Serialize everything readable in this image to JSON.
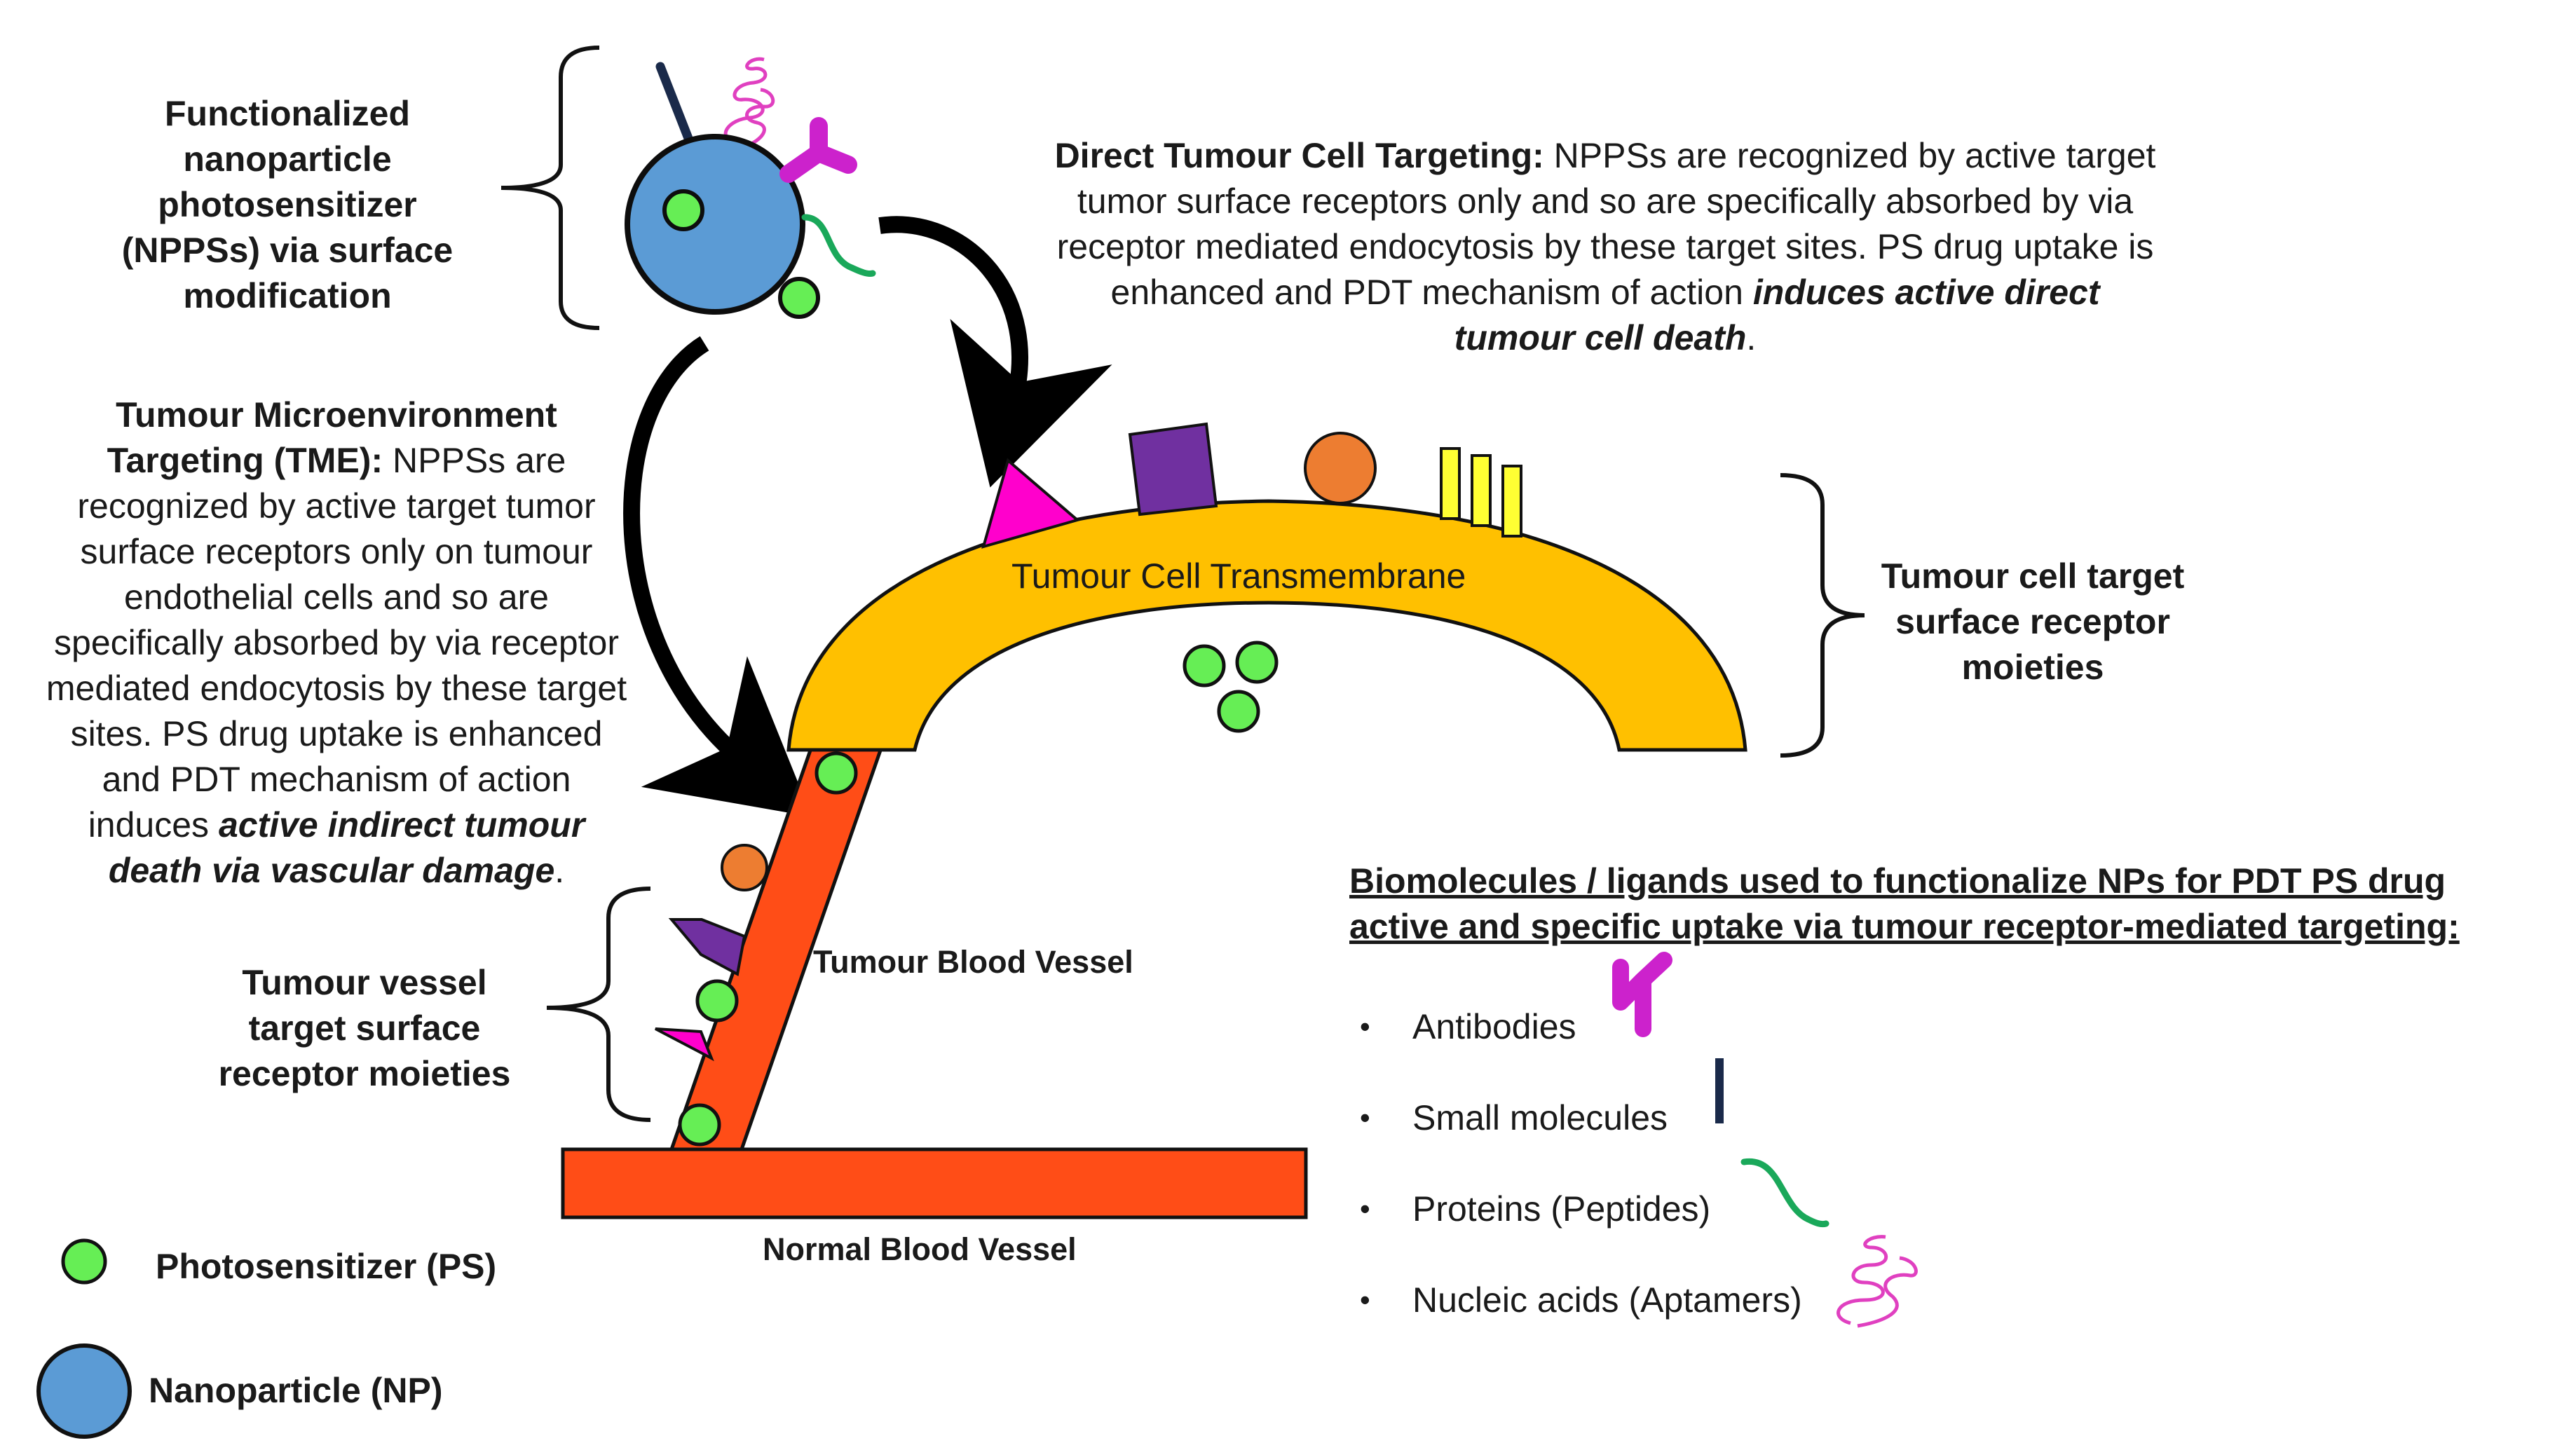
{
  "nppss_label": "Functionalized nanoparticle photosensitizer (NPPSs) via surface modification",
  "direct": {
    "heading": "Direct Tumour Cell Targeting:",
    "body": "NPPSs are recognized by active target tumor surface receptors only and so are specifically absorbed by via receptor mediated endocytosis by these target sites. PS drug uptake is enhanced and PDT mechanism of action",
    "emphasis": "induces active direct tumour cell death",
    "end": "."
  },
  "tme": {
    "heading": "Tumour Microenvironment Targeting (TME):",
    "body": "NPPSs are recognized by active target tumor surface receptors only on tumour endothelial cells and so are specifically absorbed by via receptor mediated endocytosis by these target sites. PS drug uptake is enhanced and PDT mechanism of action induces",
    "emphasis": "active indirect tumour death via vascular damage",
    "end": "."
  },
  "membrane_label": "Tumour Cell Transmembrane",
  "cell_receptor_label": "Tumour cell target surface receptor moieties",
  "vessel_receptor_label": "Tumour vessel target surface receptor moieties",
  "tumour_vessel_label": "Tumour Blood Vessel",
  "normal_vessel_label": "Normal Blood Vessel",
  "legend": {
    "ps": "Photosensitizer (PS)",
    "np": "Nanoparticle (NP)"
  },
  "biomolecules": {
    "title": "Biomolecules / ligands used to functionalize NPs for PDT PS drug active and specific uptake via tumour receptor-mediated targeting:",
    "items": [
      {
        "label": "Antibodies",
        "icon": "antibody-icon"
      },
      {
        "label": "Small molecules",
        "icon": "small-molecule-icon"
      },
      {
        "label": "Proteins (Peptides)",
        "icon": "peptide-icon"
      },
      {
        "label": "Nucleic acids (Aptamers)",
        "icon": "aptamer-icon"
      }
    ]
  },
  "colors": {
    "nanoparticle": "#5b9bd5",
    "photosensitizer": "#66ee55",
    "membrane": "#ffc000",
    "vessel": "#ff4d17",
    "antibody": "#cc22cc",
    "peptide": "#1aa85a",
    "receptor_square": "#7030a0",
    "receptor_circle": "#ed7d31",
    "receptor_triangle": "#ff00cc",
    "receptor_bars": "#ffff33"
  }
}
